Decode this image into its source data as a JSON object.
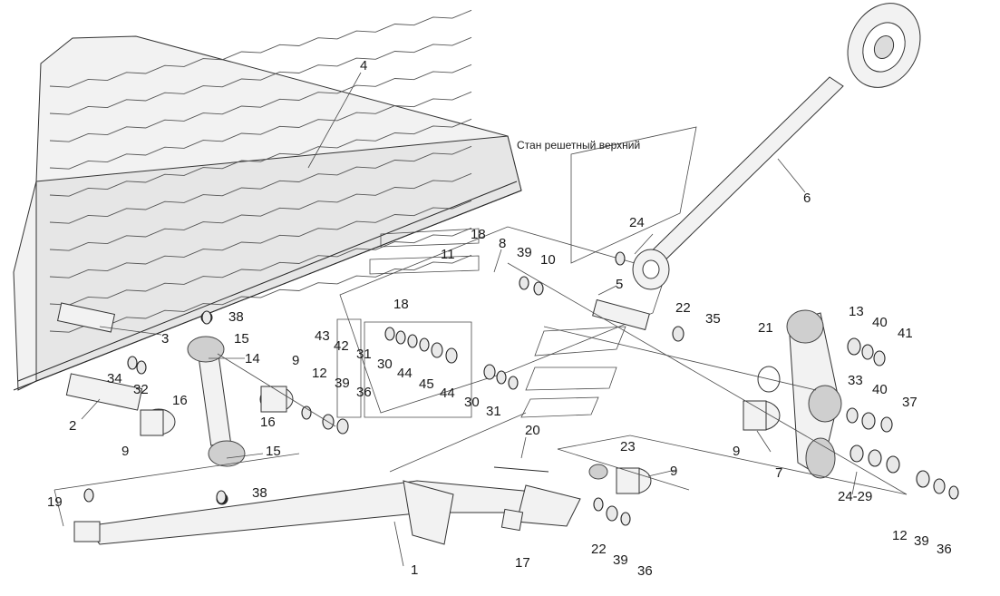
{
  "diagram": {
    "caption": "Стан решетный верхний",
    "callouts": {
      "c1": "1",
      "c2": "2",
      "c3": "3",
      "c4": "4",
      "c5": "5",
      "c6": "6",
      "c7": "7",
      "c8": "8",
      "c9a": "9",
      "c9b": "9",
      "c9c": "9",
      "c9d": "9",
      "c10": "10",
      "c11": "11",
      "c12a": "12",
      "c12b": "12",
      "c13": "13",
      "c14": "14",
      "c15a": "15",
      "c15b": "15",
      "c16a": "16",
      "c16b": "16",
      "c17": "17",
      "c18a": "18",
      "c18b": "18",
      "c19": "19",
      "c20": "20",
      "c21": "21",
      "c22a": "22",
      "c22b": "22",
      "c23": "23",
      "c24": "24",
      "c2429": "24-29",
      "c30a": "30",
      "c30b": "30",
      "c31a": "31",
      "c31b": "31",
      "c32": "32",
      "c33": "33",
      "c34": "34",
      "c35": "35",
      "c36a": "36",
      "c36b": "36",
      "c36c": "36",
      "c37": "37",
      "c38a": "38",
      "c38b": "38",
      "c39a": "39",
      "c39b": "39",
      "c39c": "39",
      "c39d": "39",
      "c40a": "40",
      "c40b": "40",
      "c41": "41",
      "c42": "42",
      "c43": "43",
      "c44a": "44",
      "c44b": "44",
      "c45": "45"
    }
  }
}
